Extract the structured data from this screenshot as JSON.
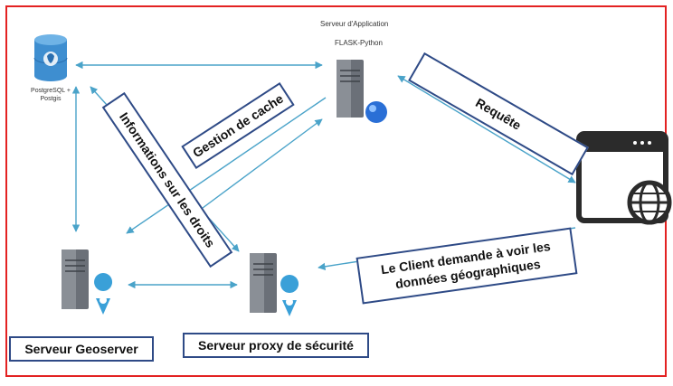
{
  "nodes": {
    "db_label": "PostgreSQL + Postgis",
    "app_server_title": "Serveur d'Application",
    "app_server_sub": "FLASK-Python",
    "geoserver_label": "Serveur Geoserver",
    "proxy_label": "Serveur proxy de sécurité"
  },
  "edges": {
    "requete": "Requête",
    "gestion_cache": "Gestion de cache",
    "informations_droits": "Informations sur les droits",
    "client_line1": "Le Client demande à voir les",
    "client_line2": "données géographiques"
  },
  "colors": {
    "frame": "#e32222",
    "arrow": "#4aa3c9",
    "box_border": "#2e4a86",
    "server_gray": "#5a5f67",
    "globe_blue": "#2a6fd6",
    "pin_blue": "#3aa0d8",
    "db_blue": "#3e8ed0"
  },
  "icons": [
    "database-icon",
    "app-server-icon",
    "browser-globe-icon",
    "geoserver-icon",
    "proxy-server-icon"
  ]
}
